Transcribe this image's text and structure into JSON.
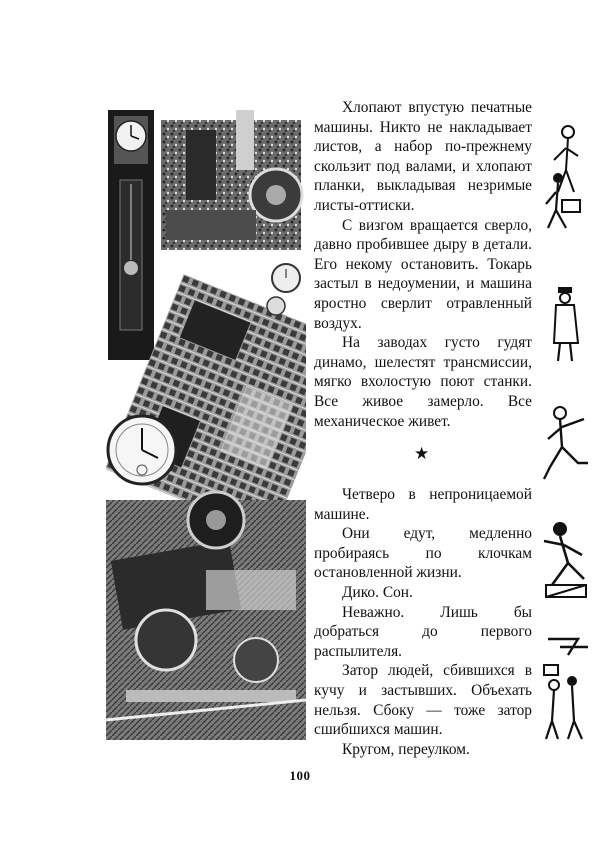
{
  "section1": {
    "paragraphs": [
      "Хлопают впустую печатные машины. Никто не накладывает листов, а набор по-прежнему скользит под валами, и хлопают планки, выкладывая незримые листы-оттиски.",
      "С визгом вращается сверло, давно пробившее дыру в детали. Его некому остановить. Токарь застыл в недоумении, и машина яростно сверлит отравленный воздух.",
      "На заводах густо гудят динамо, шелестят трансмиссии, мягко вхолостую поют станки. Все живое замерло. Все механическое живет."
    ]
  },
  "divider": "★",
  "section2": {
    "paragraphs": [
      "Четверо в непроницаемой машине.",
      "Они едут, медленно пробираясь по клочкам остановленной жизни.",
      "Дико. Сон.",
      "Неважно. Лишь бы добраться до первого распылителя.",
      "Затор людей, сбившихся в кучу и застывших. Объехать нельзя. Сбоку — тоже затор сшибшихся машин.",
      "Кругом, переулком."
    ]
  },
  "page_number": "100",
  "illustrations": {
    "collage": "photo-collage-clocks-machines-locomotive",
    "margin_figures": [
      "walking-people-figure",
      "man-in-coat-figure",
      "running-man-figure",
      "falling-man-figure",
      "crowd-figure"
    ]
  }
}
